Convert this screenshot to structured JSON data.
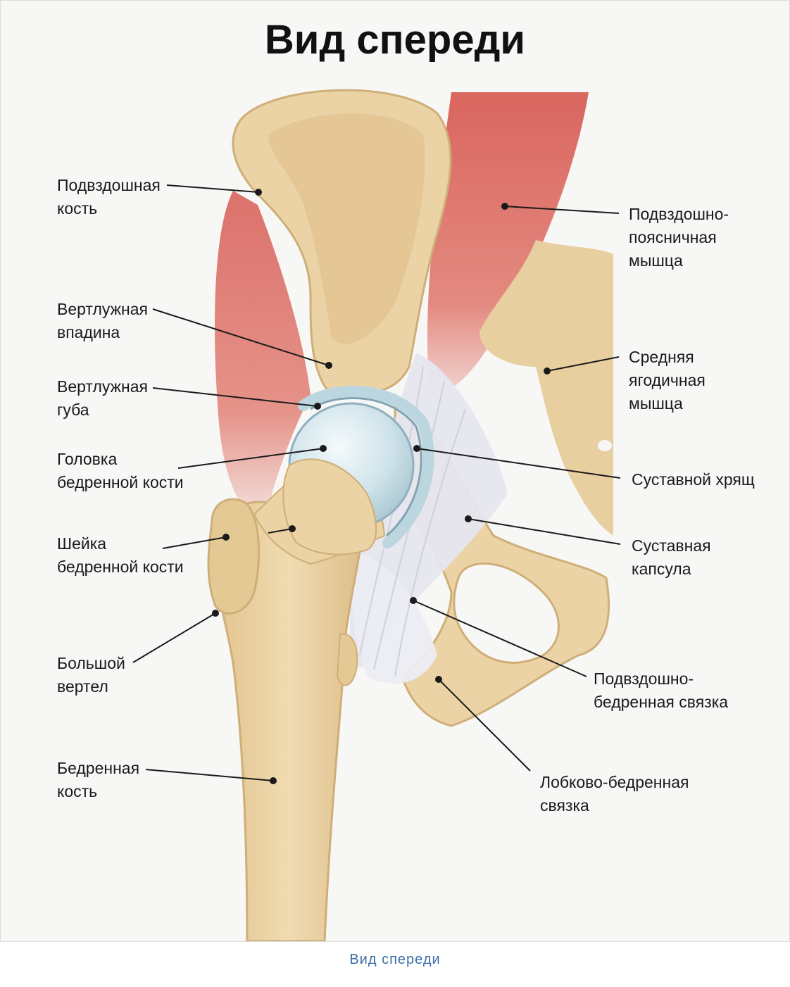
{
  "title": "Вид спереди",
  "caption": "Вид спереди",
  "colors": {
    "bone": "#ebd3a6",
    "bone_shadow": "#cfae77",
    "muscle": "#d9716a",
    "cartilage": "#cfe3ea",
    "ligament": "#e6e6ef",
    "caption": "#3b6ea8"
  },
  "labels": {
    "ilium": [
      "Подвздошная",
      "кость"
    ],
    "acetabulum": [
      "Вертлужная",
      "впадина"
    ],
    "labrum": [
      "Вертлужная",
      "губа"
    ],
    "femoral_head": [
      "Головка",
      "бедренной кости"
    ],
    "femoral_neck": [
      "Шейка",
      "бедренной кости"
    ],
    "greater_trochanter": [
      "Большой",
      "вертел"
    ],
    "femur": [
      "Бедренная",
      "кость"
    ],
    "iliopsoas": [
      "Подвздошно-",
      "поясничная",
      "мышца"
    ],
    "gluteus_medius": [
      "Средняя",
      "ягодичная",
      "мышца"
    ],
    "cartilage": [
      "Суставной хрящ"
    ],
    "capsule": [
      "Суставная",
      "капсула"
    ],
    "iliofemoral": [
      "Подвздошно-",
      "бедренная связка"
    ],
    "pubofemoral": [
      "Лобково-бедренная",
      "связка"
    ]
  }
}
